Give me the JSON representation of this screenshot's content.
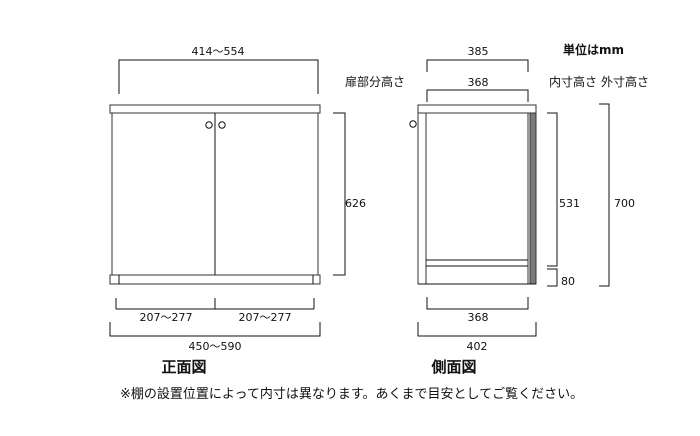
{
  "unit_note": "単位はmm",
  "front_view": {
    "title": "正面図",
    "top_width": "414～554",
    "door_height_label": "扉部分高さ",
    "door_height": "626",
    "left_door_width": "207～277",
    "right_door_width": "207～277",
    "overall_width": "450～590"
  },
  "side_view": {
    "title": "側面図",
    "outer_depth_top": "385",
    "inner_depth_top": "368",
    "inner_height_label": "内寸高さ",
    "outer_height_label": "外寸高さ",
    "inner_height": "531",
    "base_height": "80",
    "outer_height": "700",
    "inner_depth_bottom": "368",
    "outer_depth_bottom": "402"
  },
  "footnote": "※棚の設置位置によって内寸は異なります。あくまで目安としてご覧ください。"
}
